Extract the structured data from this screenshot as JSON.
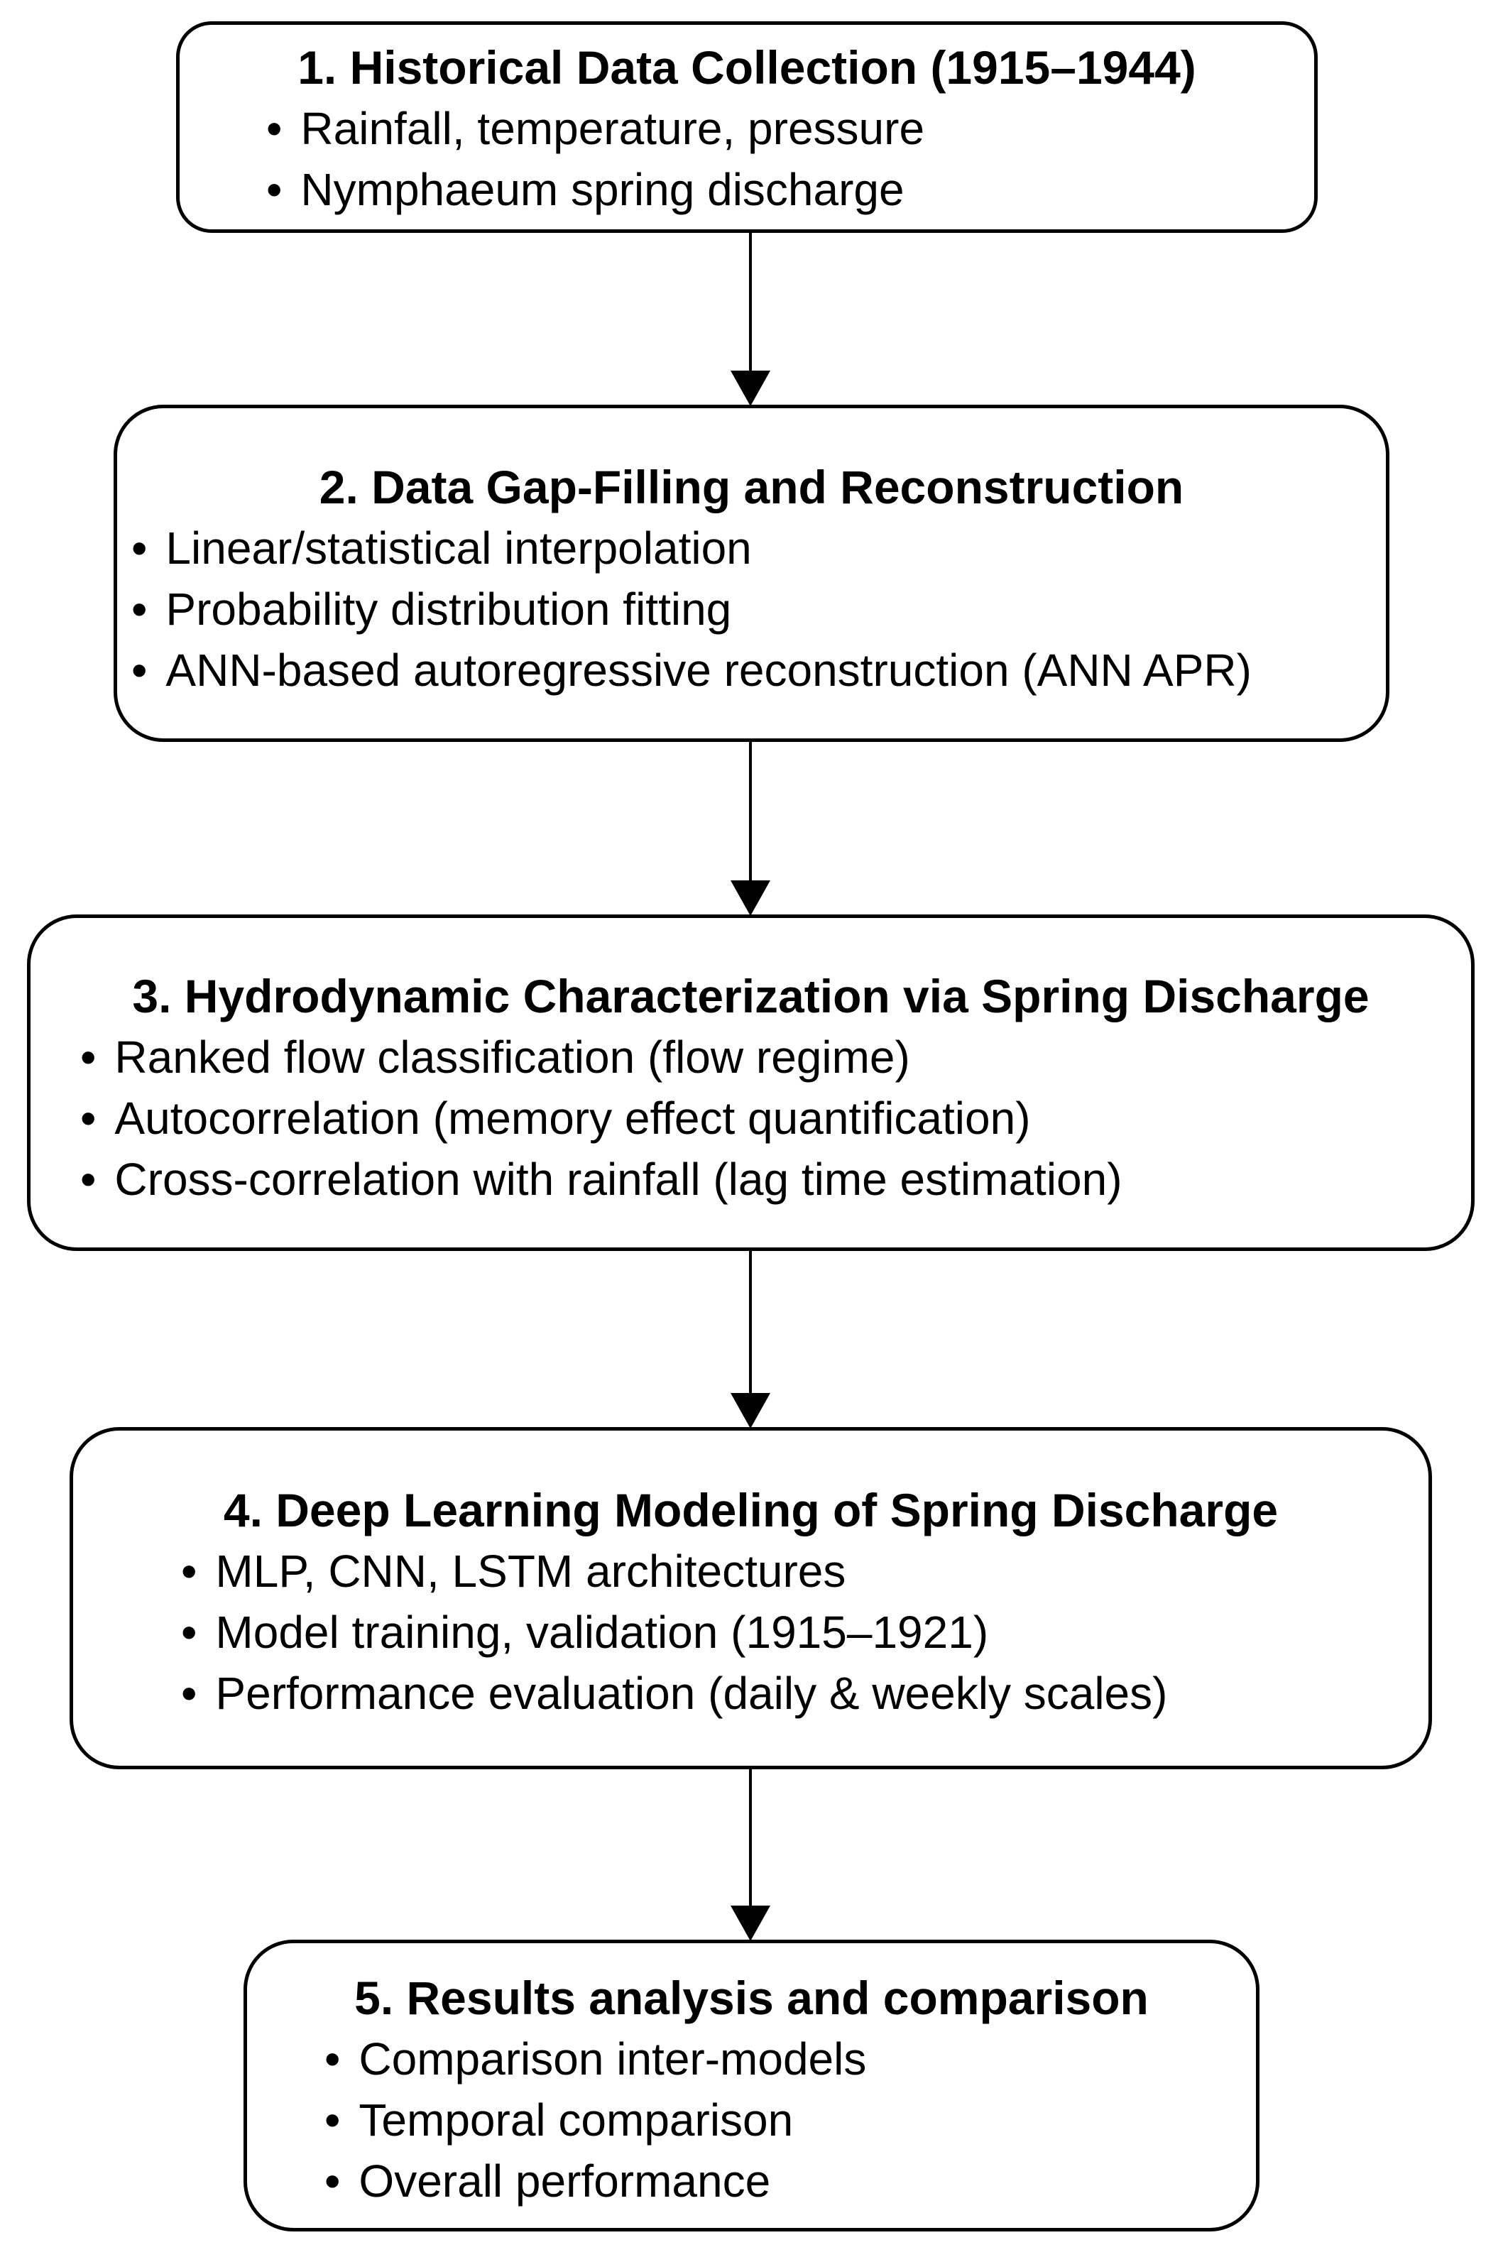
{
  "flow": {
    "bullet_char": "•",
    "colors": {
      "background": "#ffffff",
      "box_border": "#000000",
      "text": "#000000",
      "arrow": "#000000"
    },
    "steps": [
      {
        "title": "1. Historical Data Collection (1915–1944)",
        "bullets": [
          "Rainfall, temperature, pressure",
          "Nymphaeum spring discharge"
        ]
      },
      {
        "title": "2. Data Gap-Filling and Reconstruction",
        "bullets": [
          "Linear/statistical interpolation",
          "Probability distribution fitting",
          "ANN-based autoregressive reconstruction (ANN APR)"
        ]
      },
      {
        "title": "3. Hydrodynamic Characterization via Spring Discharge",
        "bullets": [
          "Ranked flow classification (flow regime)",
          "Autocorrelation (memory effect quantification)",
          "Cross-correlation with rainfall (lag time estimation)"
        ]
      },
      {
        "title": "4. Deep Learning Modeling of Spring Discharge",
        "bullets": [
          "MLP, CNN, LSTM architectures",
          "Model training, validation (1915–1921)",
          "Performance evaluation (daily & weekly scales)"
        ]
      },
      {
        "title": "5. Results analysis and comparison",
        "bullets": [
          "Comparison inter-models",
          "Temporal comparison",
          "Overall performance"
        ]
      }
    ]
  }
}
